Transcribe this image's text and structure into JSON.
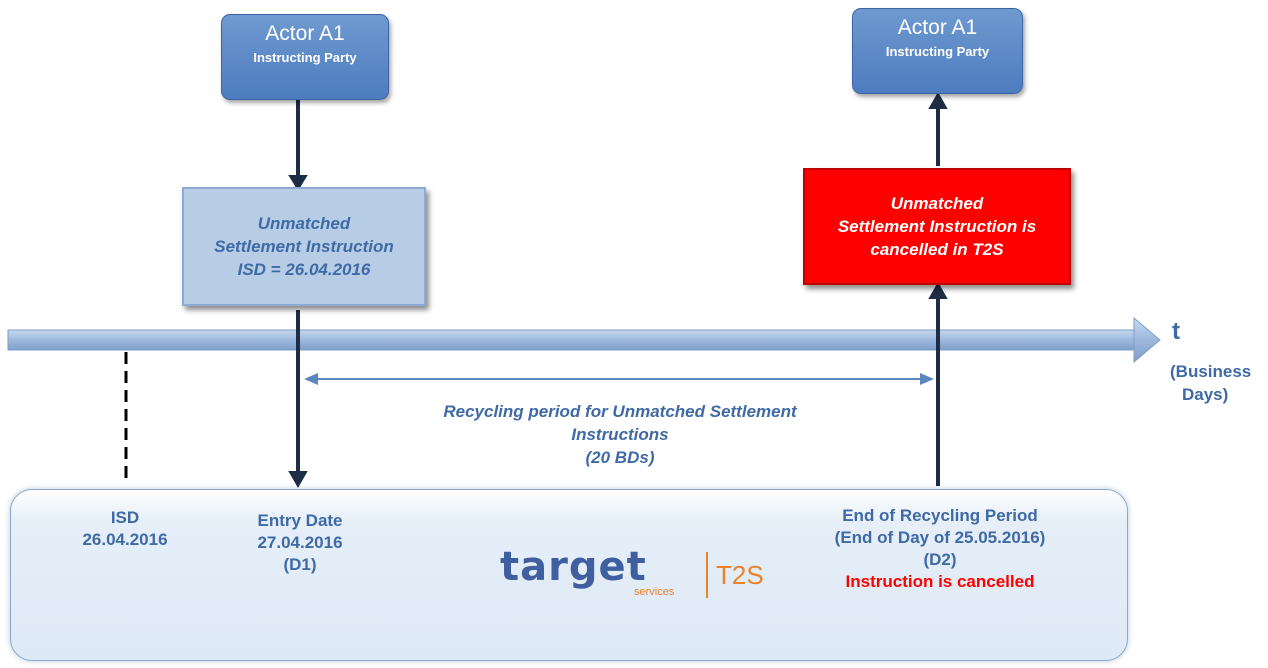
{
  "actor_left": {
    "title": "Actor A1",
    "subtitle": "Instructing Party"
  },
  "actor_right": {
    "title": "Actor A1",
    "subtitle": "Instructing Party"
  },
  "unmatched_instruction": {
    "line1": "Unmatched",
    "line2": "Settlement Instruction",
    "line3": "ISD = 26.04.2016"
  },
  "cancelled_instruction": {
    "line1": "Unmatched",
    "line2": "Settlement Instruction is",
    "line3": "cancelled in T2S"
  },
  "timeline": {
    "axis_label": "t",
    "axis_note_line1": "(Business",
    "axis_note_line2": "Days)"
  },
  "recycling": {
    "line1": "Recycling period for Unmatched Settlement",
    "line2": "Instructions",
    "line3": "(20 BDs)"
  },
  "isd": {
    "line1": "ISD",
    "line2": "26.04.2016"
  },
  "entry_date": {
    "line1": "Entry Date",
    "line2": "27.04.2016",
    "line3": "(D1)"
  },
  "end_period": {
    "line1": "End of Recycling Period",
    "line2": "(End of Day of 25.05.2016)",
    "line3": "(D2)",
    "line4": "Instruction is cancelled"
  },
  "logo": {
    "word": "target",
    "sub": "services",
    "product": "T2S"
  },
  "colors": {
    "label_blue": "#3f6aa5",
    "actor_blue": "#4d7cbf",
    "cancel_red": "#ff0000",
    "logo_orange": "#e9822a",
    "arrow_navy": "#1f2d44"
  }
}
